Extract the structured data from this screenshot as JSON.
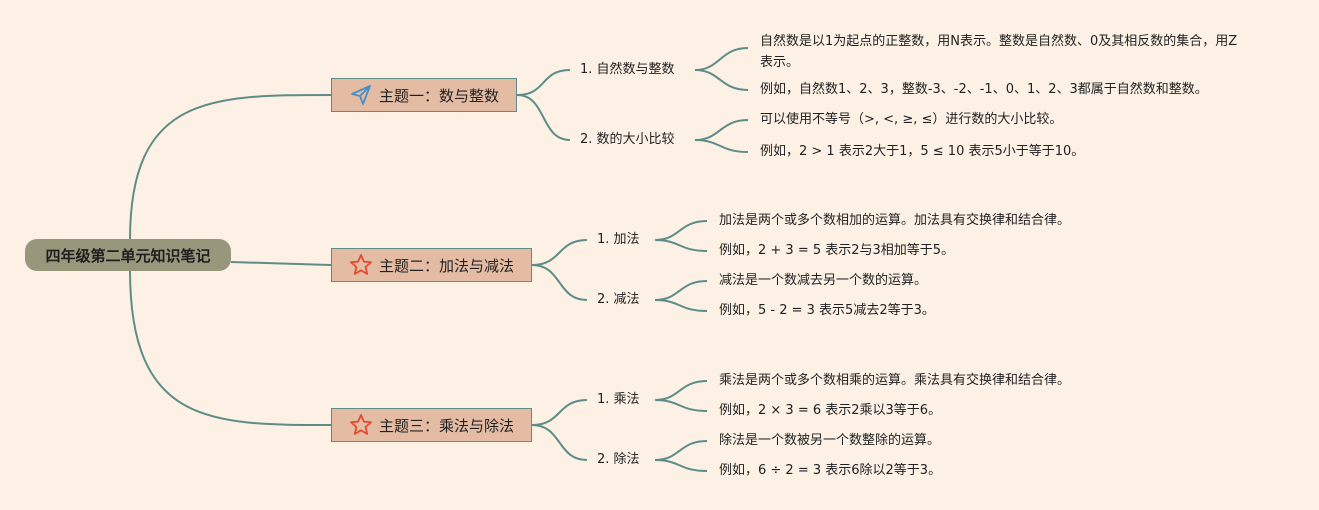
{
  "root": {
    "label": "四年级第二单元知识笔记"
  },
  "colors": {
    "background": "#fdf1e6",
    "line": "#5d8d86",
    "root_fill": "#98977b",
    "topic_fill": "#e4bca4",
    "star_icon": "#e24b2f",
    "plane_icon": "#4a8fc7"
  },
  "topics": [
    {
      "label": "主题一：数与整数",
      "icon": "paper-plane-icon",
      "subtopics": [
        {
          "label": "1. 自然数与整数",
          "notes": [
            "自然数是以1为起点的正整数，用N表示。整数是自然数、0及其相反数的集合，用Z表示。",
            "例如，自然数1、2、3，整数-3、-2、-1、0、1、2、3都属于自然数和整数。"
          ]
        },
        {
          "label": "2. 数的大小比较",
          "notes": [
            "可以使用不等号（>, <, ≥, ≤）进行数的大小比较。",
            "例如，2 > 1 表示2大于1，5 ≤ 10 表示5小于等于10。"
          ]
        }
      ]
    },
    {
      "label": "主题二：加法与减法",
      "icon": "star-icon",
      "subtopics": [
        {
          "label": "1. 加法",
          "notes": [
            "加法是两个或多个数相加的运算。加法具有交换律和结合律。",
            "例如，2 + 3 = 5 表示2与3相加等于5。"
          ]
        },
        {
          "label": "2. 减法",
          "notes": [
            "减法是一个数减去另一个数的运算。",
            "例如，5 - 2 = 3 表示5减去2等于3。"
          ]
        }
      ]
    },
    {
      "label": "主题三：乘法与除法",
      "icon": "star-icon",
      "subtopics": [
        {
          "label": "1. 乘法",
          "notes": [
            "乘法是两个或多个数相乘的运算。乘法具有交换律和结合律。",
            "例如，2 × 3 = 6 表示2乘以3等于6。"
          ]
        },
        {
          "label": "2. 除法",
          "notes": [
            "除法是一个数被另一个数整除的运算。",
            "例如，6 ÷ 2 = 3 表示6除以2等于3。"
          ]
        }
      ]
    }
  ]
}
